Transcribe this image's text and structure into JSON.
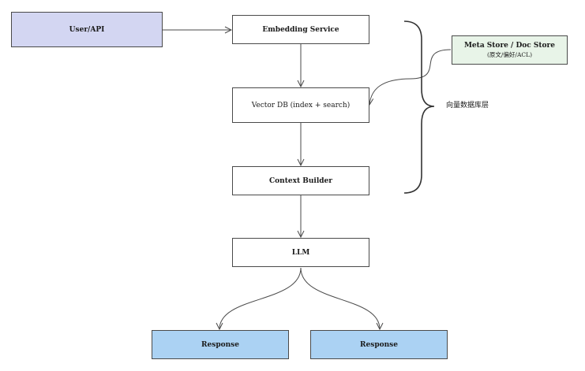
{
  "colors": {
    "user_fill": "#d3d6f2",
    "response_fill": "#abd2f3",
    "meta_fill": "#e8f4e8",
    "default_fill": "#ffffff",
    "stroke": "#4a4a4a"
  },
  "nodes": {
    "user_api": {
      "label": "User/API"
    },
    "embedding": {
      "label": "Embedding Service"
    },
    "vector_db": {
      "label": "Vector DB (index + search)"
    },
    "context_builder": {
      "label": "Context Builder"
    },
    "llm": {
      "label": "LLM"
    },
    "response_left": {
      "label": "Response"
    },
    "response_right": {
      "label": "Response"
    },
    "meta_store": {
      "label": "Meta Store / Doc Store",
      "sublabel": "(原文/偏好/ACL)"
    }
  },
  "brace_label": "向量数据库层"
}
